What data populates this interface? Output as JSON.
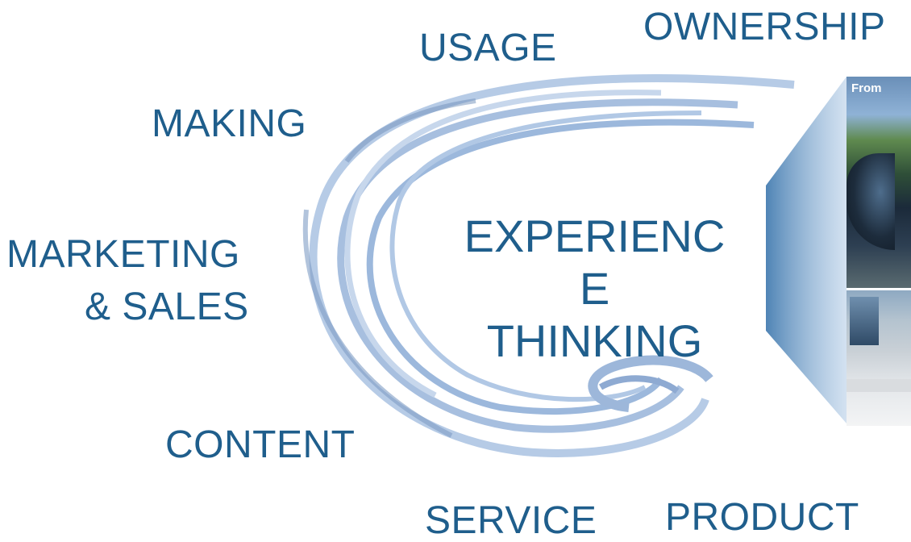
{
  "labels": {
    "usage": "USAGE",
    "ownership": "OWNERSHIP",
    "making": "MAKING",
    "marketing_line1": "MARKETING",
    "marketing_line2": "& SALES",
    "content": "CONTENT",
    "service": "SERVICE",
    "product": "PRODUCT"
  },
  "center": {
    "line1": "EXPERIENC",
    "line2": "E",
    "line3": "THINKING"
  },
  "photo": {
    "caption": "From"
  },
  "colors": {
    "text": "#1f5e8c",
    "swirl": "#a9c1df",
    "panel": "#4f84b5"
  }
}
